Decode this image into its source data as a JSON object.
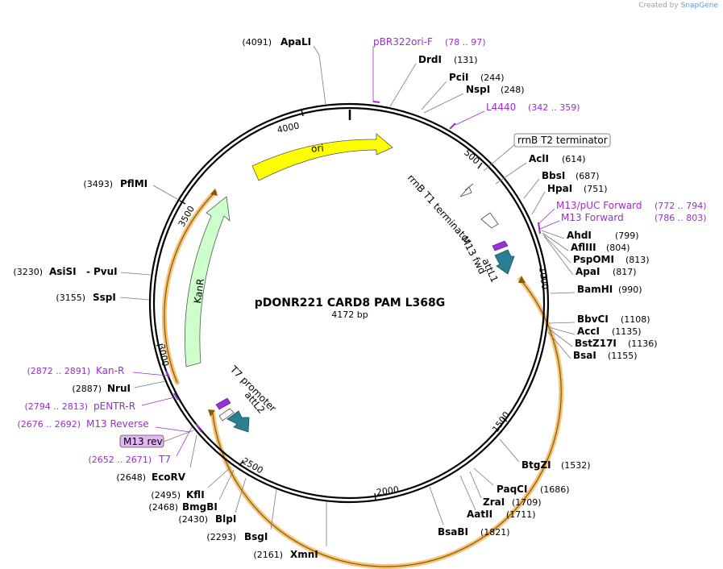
{
  "credit": {
    "prefix": "Created by",
    "brand": "SnapGene"
  },
  "plasmid": {
    "name": "pDONR221 CARD8 PAM L368G",
    "length": "4172 bp",
    "total_bp": 4172
  },
  "ticks": [
    {
      "bp": 500,
      "label": "500"
    },
    {
      "bp": 1000,
      "label": "1000"
    },
    {
      "bp": 1500,
      "label": "1500"
    },
    {
      "bp": 2000,
      "label": "2000"
    },
    {
      "bp": 2500,
      "label": "2500"
    },
    {
      "bp": 3000,
      "label": "3000"
    },
    {
      "bp": 3500,
      "label": "3500"
    },
    {
      "bp": 4000,
      "label": "4000"
    }
  ],
  "features": [
    {
      "name": "ori",
      "label": "ori",
      "color": "#ffff00",
      "kind": "arrow"
    },
    {
      "name": "kanr",
      "label": "KanR",
      "color": "#ccffcc",
      "kind": "arrow"
    },
    {
      "name": "rrnb-t1-terminator",
      "label": "rrnB T1 terminator",
      "color": "#ffffff",
      "kind": "terminator"
    },
    {
      "name": "m13-fwd",
      "label": "M13 fwd",
      "color": "#9b30d9",
      "kind": "primer-bind"
    },
    {
      "name": "attl1",
      "label": "attL1",
      "color": "#2b7f93",
      "kind": "arrow"
    },
    {
      "name": "attl2",
      "label": "attL2",
      "color": "#2b7f93",
      "kind": "arrow"
    },
    {
      "name": "t7-promoter",
      "label": "T7 promoter",
      "color": "#ffffff",
      "kind": "promoter"
    },
    {
      "name": "insert-region",
      "label": "",
      "color": "#f5c27a",
      "kind": "highlight"
    }
  ],
  "boxed_labels": {
    "rrnb_t2": "rrnB T2 terminator",
    "m13_rev": "M13 rev"
  },
  "sites": [
    {
      "name": "ApaLI",
      "pos": "(4091)"
    },
    {
      "name": "DrdI",
      "pos": "(131)"
    },
    {
      "name": "PciI",
      "pos": "(244)"
    },
    {
      "name": "NspI",
      "pos": "(248)"
    },
    {
      "name": "AclI",
      "pos": "(614)"
    },
    {
      "name": "BbsI",
      "pos": "(687)"
    },
    {
      "name": "HpaI",
      "pos": "(751)"
    },
    {
      "name": "AhdI",
      "pos": "(799)"
    },
    {
      "name": "AflIII",
      "pos": "(804)"
    },
    {
      "name": "PspOMI",
      "pos": "(813)"
    },
    {
      "name": "ApaI",
      "pos": "(817)"
    },
    {
      "name": "BamHI",
      "pos": "(990)"
    },
    {
      "name": "BbvCI",
      "pos": "(1108)"
    },
    {
      "name": "AccI",
      "pos": "(1135)"
    },
    {
      "name": "BstZ17I",
      "pos": "(1136)"
    },
    {
      "name": "BsaI",
      "pos": "(1155)"
    },
    {
      "name": "BtgZI",
      "pos": "(1532)"
    },
    {
      "name": "PaqCI",
      "pos": "(1686)"
    },
    {
      "name": "ZraI",
      "pos": "(1709)"
    },
    {
      "name": "AatII",
      "pos": "(1711)"
    },
    {
      "name": "BsaBI",
      "pos": "(1821)"
    },
    {
      "name": "XmnI",
      "pos": "(2161)"
    },
    {
      "name": "BsgI",
      "pos": "(2293)"
    },
    {
      "name": "BlpI",
      "pos": "(2430)"
    },
    {
      "name": "BmgBI",
      "pos": "(2468)"
    },
    {
      "name": "KflI",
      "pos": "(2495)"
    },
    {
      "name": "EcoRV",
      "pos": "(2648)"
    },
    {
      "name": "NruI",
      "pos": "(2887)"
    },
    {
      "name": "SspI",
      "pos": "(3155)"
    },
    {
      "name": "AsiSI",
      "pos": "(3230)"
    },
    {
      "name": "PvuI",
      "pos": ""
    },
    {
      "name": "PflMI",
      "pos": "(3493)"
    }
  ],
  "primers": [
    {
      "name": "pBR322ori-F",
      "range": "(78 .. 97)"
    },
    {
      "name": "L4440",
      "range": "(342 .. 359)"
    },
    {
      "name": "M13/pUC Forward",
      "range": "(772 .. 794)"
    },
    {
      "name": "M13 Forward",
      "range": "(786 .. 803)"
    },
    {
      "name": "Kan-R",
      "range": "(2872 .. 2891)"
    },
    {
      "name": "pENTR-R",
      "range": "(2794 .. 2813)"
    },
    {
      "name": "M13 Reverse",
      "range": "(2676 .. 2692)"
    },
    {
      "name": "T7",
      "range": "(2652 .. 2671)"
    }
  ]
}
